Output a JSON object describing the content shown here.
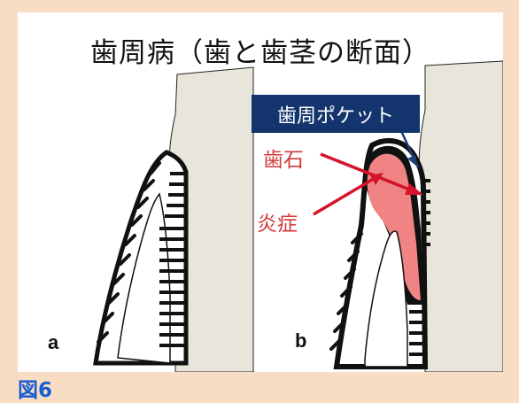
{
  "title": "歯周病（歯と歯茎の断面）",
  "panel_a_label": "a",
  "panel_b_label": "b",
  "callout": "歯周ポケット",
  "labels": {
    "tartar": "歯石",
    "inflammation": "炎症"
  },
  "figure_number": "図6",
  "colors": {
    "background": "#f9dcc4",
    "tooth": "#e8e5da",
    "inflammation": "#f08383",
    "callout_bg": "#14346e",
    "label_red": "#d23a3a",
    "figure_number": "#1a5fd0"
  }
}
